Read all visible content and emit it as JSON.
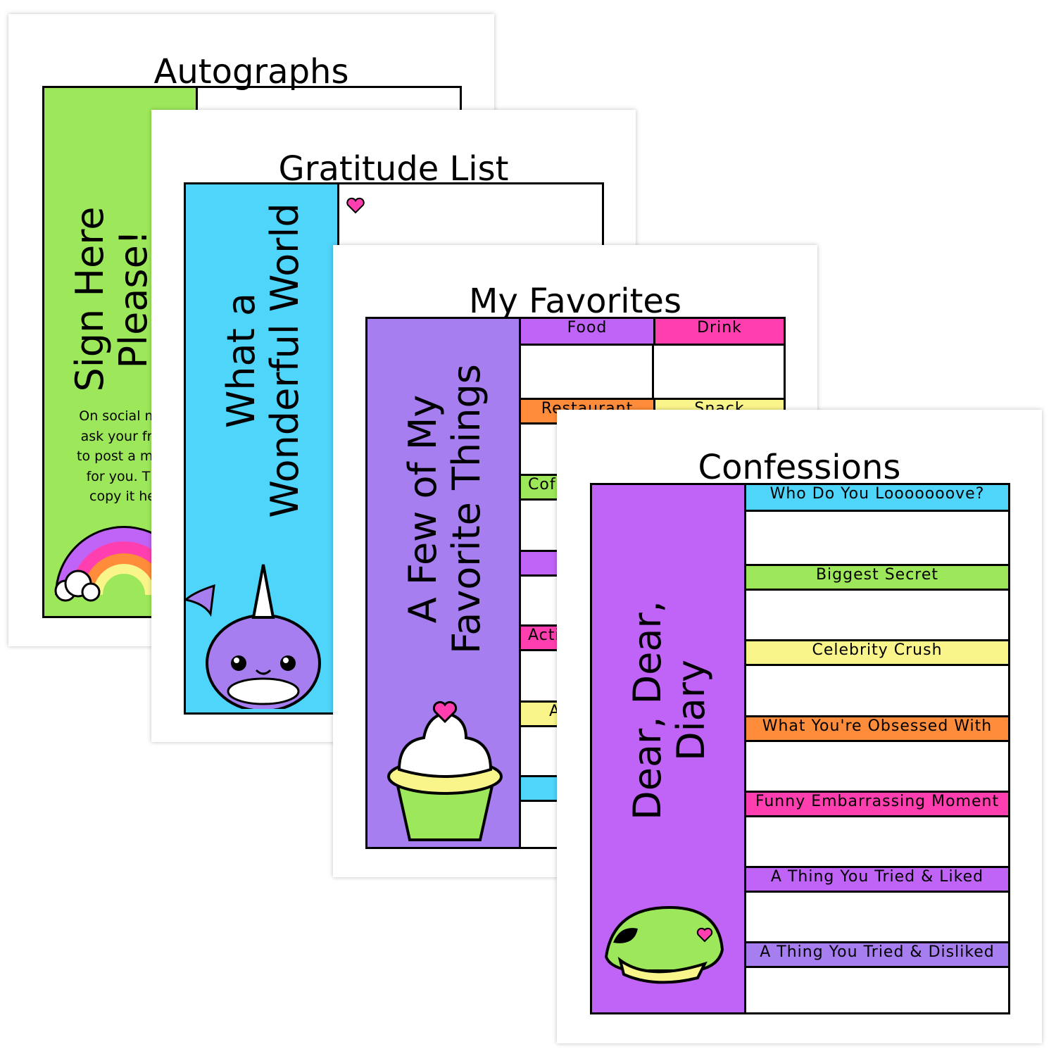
{
  "colors": {
    "green": "#9de85a",
    "blue": "#4fd4fa",
    "purple": "#a67ef0",
    "violet": "#c063f7",
    "pink": "#ff3fb0",
    "orange": "#ff8c3a",
    "yellow": "#faf58a",
    "ink": "#000000"
  },
  "autographs": {
    "title": "Autographs",
    "side_text": "Sign Here\nPlease!",
    "instructions": "On social me\nask your frie\nto post a mes\nfor you. Th\ncopy it he",
    "illustration": "rainbow-with-clouds"
  },
  "gratitude": {
    "title": "Gratitude List",
    "side_text": "What a\nWonderful World",
    "illustration": "narwhal",
    "bullet_icon": "heart-icon"
  },
  "favorites": {
    "title": "My Favorites",
    "side_text": "A Few of My\nFavorite Things",
    "illustration": "cupcake",
    "headers": [
      "Food",
      "Drink",
      "Restaurant",
      "Snack",
      "Cof",
      "",
      "Acti",
      "A",
      ""
    ]
  },
  "confessions": {
    "title": "Confessions",
    "side_text": "Dear, Dear,\nDiary",
    "illustration": "turtle-shell",
    "prompts": [
      "Who Do You Looooooove?",
      "Biggest Secret",
      "Celebrity Crush",
      "What You're Obsessed With",
      "Funny Embarrassing Moment",
      "A Thing You Tried & Liked",
      "A Thing You Tried & Disliked"
    ]
  }
}
